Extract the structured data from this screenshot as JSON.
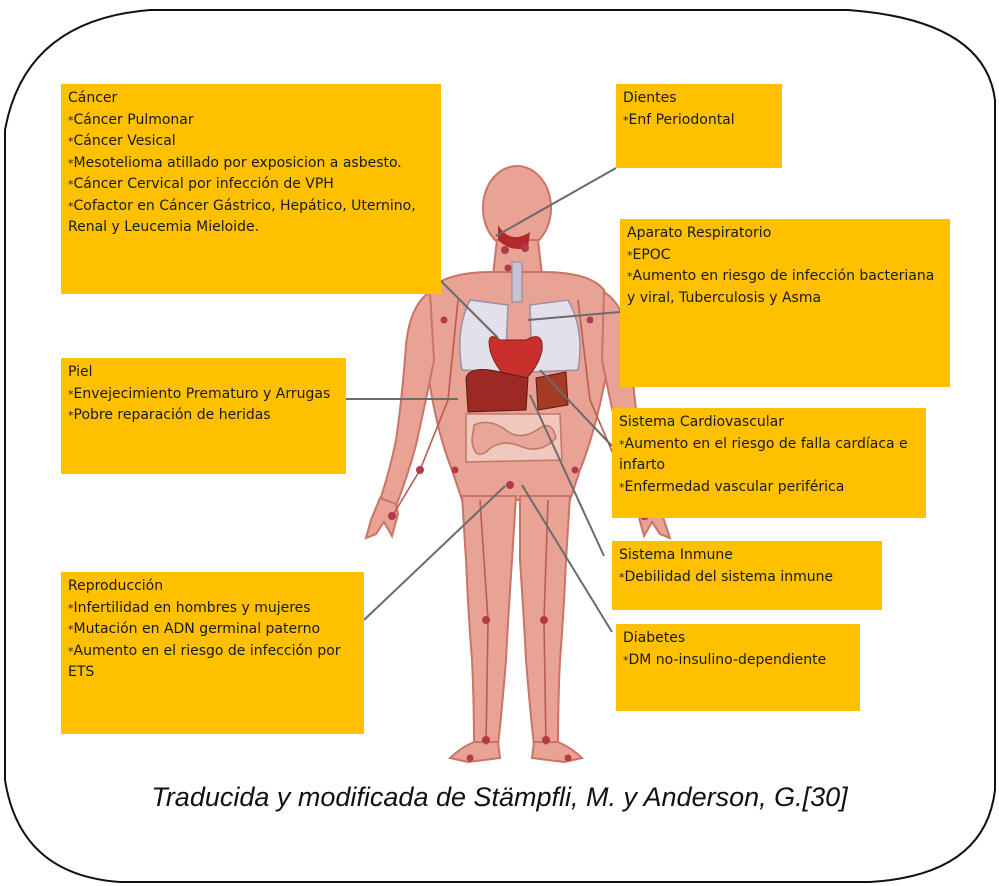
{
  "colors": {
    "box_fill": "#FFC000",
    "skin": "#E9A395",
    "skin_shade": "#C97466",
    "organ_red": "#B3282A",
    "connector": "#6B6B6B"
  },
  "boxes": {
    "cancer": {
      "title": "Cáncer",
      "items": [
        "Cáncer Pulmonar",
        "Cáncer Vesical",
        "Mesotelioma atillado por exposicion a asbesto.",
        "Cáncer Cervical por infección de VPH",
        "Cofactor en Cáncer Gástrico, Hepático, Uternino, Renal y Leucemia Mieloide."
      ]
    },
    "dientes": {
      "title": "Dientes",
      "items": [
        "Enf Periodontal"
      ]
    },
    "respiratorio": {
      "title": "Aparato Respiratorio",
      "items": [
        "EPOC",
        "Aumento en riesgo de infección bacteriana y viral, Tuberculosis y Asma"
      ]
    },
    "piel": {
      "title": "Piel",
      "items": [
        "Envejecimiento Prematuro y Arrugas",
        "Pobre reparación de heridas"
      ]
    },
    "cardio": {
      "title": "Sistema Cardiovascular",
      "items": [
        "Aumento en el riesgo de falla cardíaca e infarto",
        "Enfermedad vascular periférica"
      ]
    },
    "inmune": {
      "title": "Sistema Inmune",
      "items": [
        "Debilidad del sistema inmune"
      ]
    },
    "reproduccion": {
      "title": "Reproducción",
      "items": [
        "Infertilidad en hombres y mujeres",
        "Mutación en ADN germinal paterno",
        "Aumento en el riesgo de infección por ETS"
      ]
    },
    "diabetes": {
      "title": "Diabetes",
      "items": [
        "DM no-insulino-dependiente"
      ]
    }
  },
  "caption": "Traducida y modificada de Stämpfli, M. y Anderson, G.[30]"
}
